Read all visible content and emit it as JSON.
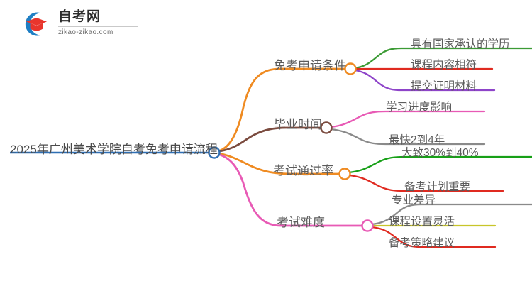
{
  "logo": {
    "name": "zikao-logo",
    "cn_text": "自考网",
    "en_text": "zikao-zikao.com",
    "mark_arc_color": "#1f7fc4",
    "mark_cap_color": "#e8352c"
  },
  "mindmap": {
    "root": {
      "label": "2025年广州美术学院自考免考申请流程",
      "underline_color": "#2f6fb3",
      "node_color": "#2f6fb3"
    },
    "branches": [
      {
        "label": "免考申请条件",
        "color": "#ef8b22",
        "node_color": "#ef8b22",
        "children": [
          {
            "label": "具有国家承认的学历",
            "color": "#3c9b35"
          },
          {
            "label": "课程内容相符",
            "color": "#e02a20"
          },
          {
            "label": "提交证明材料",
            "color": "#8e44c9"
          }
        ]
      },
      {
        "label": "毕业时间",
        "color": "#7b4b3f",
        "node_color": "#7b4b3f",
        "children": [
          {
            "label": "学习进度影响",
            "color": "#e85ab5"
          },
          {
            "label": "最快2到4年",
            "color": "#8a8a8a"
          }
        ]
      },
      {
        "label": "考试通过率",
        "color": "#ef8b22",
        "node_color": "#ef8b22",
        "children": [
          {
            "label": "大致30%到40%",
            "color": "#17a017"
          },
          {
            "label": "备考计划重要",
            "color": "#e02a20"
          }
        ]
      },
      {
        "label": "考试难度",
        "color": "#e85ab5",
        "node_color": "#e85ab5",
        "children": [
          {
            "label": "专业差异",
            "color": "#8a8a8a"
          },
          {
            "label": "课程设置灵活",
            "color": "#c8c52a"
          },
          {
            "label": "备考策略建议",
            "color": "#e02a20"
          }
        ]
      }
    ]
  }
}
